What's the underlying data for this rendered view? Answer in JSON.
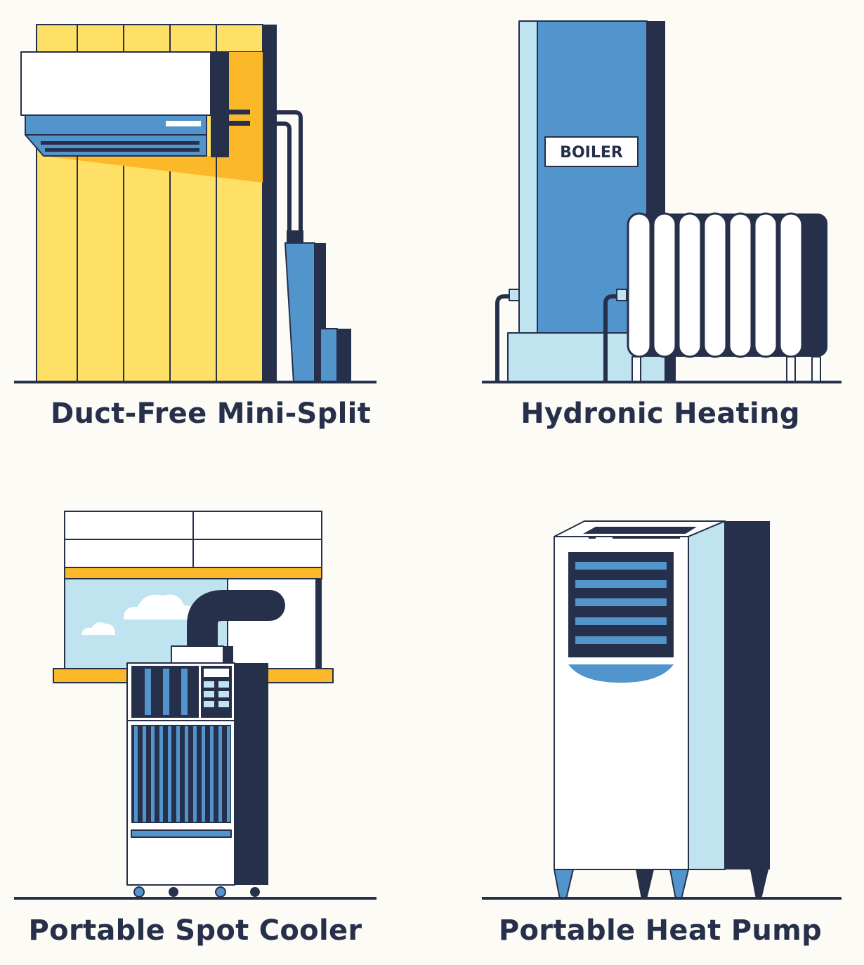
{
  "colors": {
    "background": "#fcfbf6",
    "navy": "#26304a",
    "blue": "#5294cc",
    "light_blue": "#bfe4f0",
    "yellow": "#ffe066",
    "amber": "#fbb829",
    "white": "#ffffff"
  },
  "panels": [
    {
      "caption": "Duct-Free Mini-Split",
      "illustration": "mini-split-unit"
    },
    {
      "caption": "Hydronic Heating",
      "illustration": "boiler-and-radiator",
      "boiler_label": "BOILER"
    },
    {
      "caption": "Portable Spot Cooler",
      "illustration": "spot-cooler-by-window"
    },
    {
      "caption": "Portable Heat Pump",
      "illustration": "portable-heat-pump-unit"
    }
  ]
}
